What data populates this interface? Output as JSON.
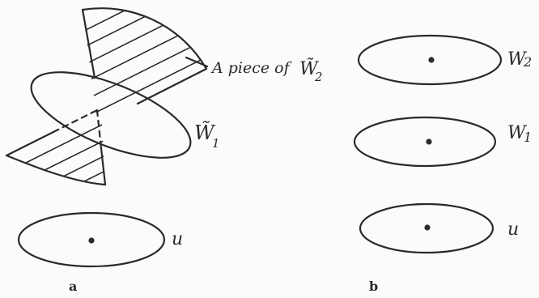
{
  "panel_a": {
    "caption": "a",
    "piece_label_prefix": "A piece of ",
    "piece_label_symbol": "W̃",
    "piece_label_sub": "2",
    "disc_label_symbol": "W̃",
    "disc_label_sub": "1",
    "u_label": "u"
  },
  "panel_b": {
    "caption": "b",
    "w2_symbol": "W",
    "w2_sub": "2",
    "w1_symbol": "W",
    "w1_sub": "1",
    "u_label": "u"
  }
}
